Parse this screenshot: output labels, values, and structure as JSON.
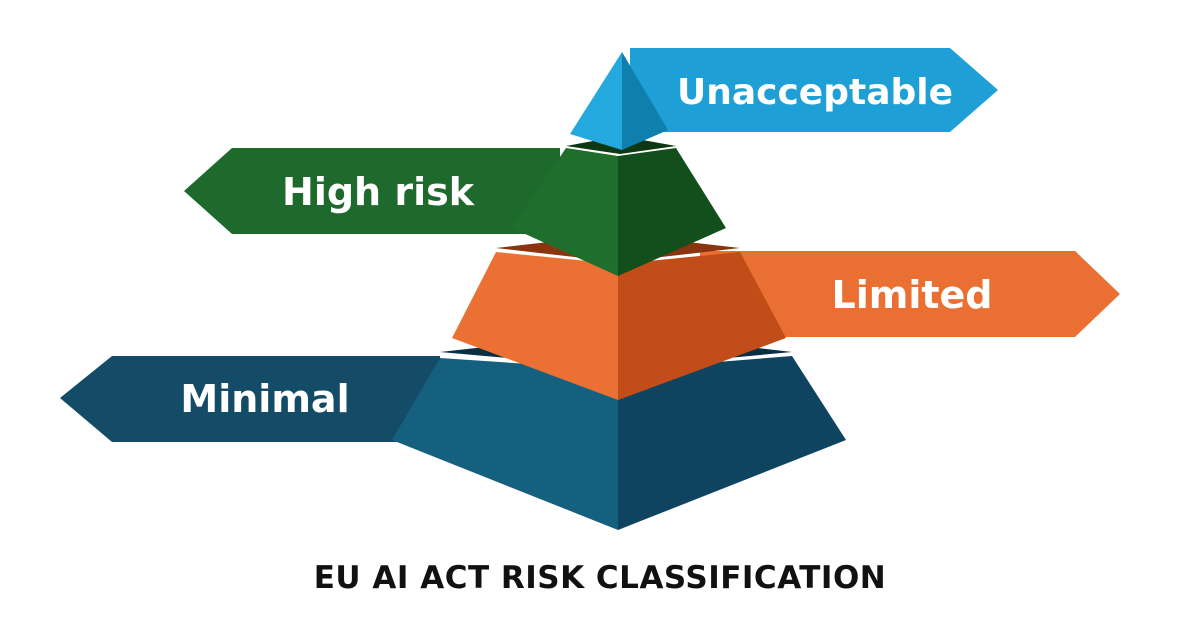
{
  "diagram": {
    "type": "risk-pyramid",
    "title": "EU AI ACT RISK CLASSIFICATION",
    "tiers": [
      {
        "name": "Unacceptable",
        "level": 1,
        "arrow_direction": "right",
        "colors": {
          "arrow": "#1ea0d6",
          "face_left": "#23a9dd",
          "face_right": "#0f7fae",
          "shadow": "#0b5f84"
        }
      },
      {
        "name": "High risk",
        "level": 2,
        "arrow_direction": "left",
        "colors": {
          "arrow": "#1e6a2d",
          "face_left": "#1f6e2b",
          "face_right": "#124f1c",
          "shadow": "#0d3814"
        }
      },
      {
        "name": "Limited",
        "level": 3,
        "arrow_direction": "right",
        "colors": {
          "arrow": "#e97032",
          "face_left": "#ea7133",
          "face_right": "#c24d18",
          "shadow": "#8a3410"
        }
      },
      {
        "name": "Minimal",
        "level": 4,
        "arrow_direction": "left",
        "colors": {
          "arrow": "#144b67",
          "face_left": "#16607f",
          "face_right": "#0f4460",
          "shadow": "#0a2e42"
        }
      }
    ]
  }
}
